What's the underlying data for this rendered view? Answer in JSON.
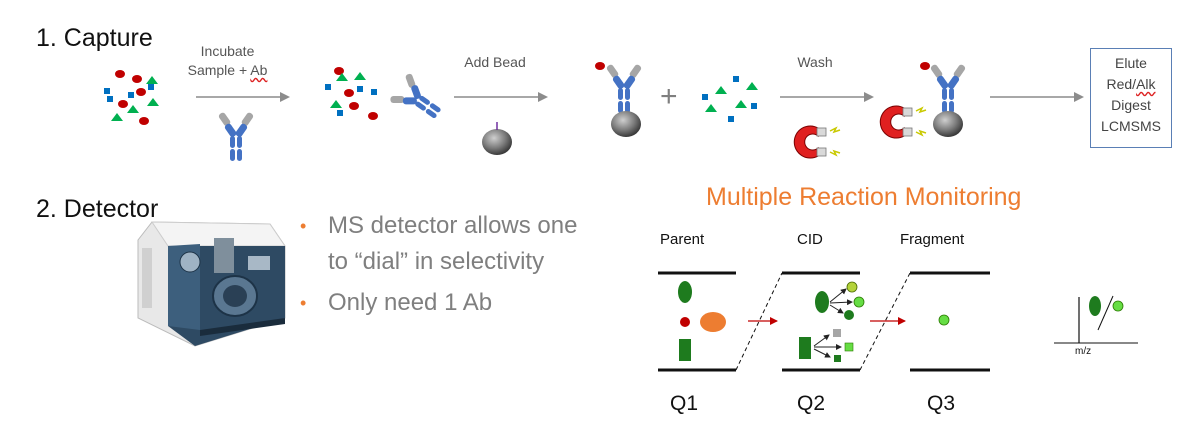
{
  "section1": {
    "heading": "1. Capture"
  },
  "steps": {
    "incubate_line1": "Incubate",
    "incubate_line2_plain": "Sample + ",
    "incubate_line2_ab": "Ab",
    "add_bead": "Add Bead",
    "wash": "Wash",
    "plus": "+"
  },
  "elute_box": {
    "line1": "Elute",
    "line2_red": "Red/",
    "line2_alk": "Alk",
    "line3": "Digest",
    "line4": "LCMSMS"
  },
  "section2": {
    "heading": "2. Detector"
  },
  "bullets": [
    "MS detector allows one to “dial” in selectivity",
    "Only need 1 Ab"
  ],
  "mrm": {
    "title": "Multiple Reaction Monitoring",
    "stages": [
      "Parent",
      "CID",
      "Fragment"
    ],
    "quads": [
      "Q1",
      "Q2",
      "Q3"
    ],
    "axis_label": "m/z"
  },
  "colors": {
    "antibody_blue": "#4472c4",
    "antibody_grey": "#a6a6a6",
    "protein_red": "#c00000",
    "triangle_green": "#00b050",
    "square_blue": "#0070c0",
    "dark_green": "#1e7b1e",
    "light_green": "#66dd44",
    "orange": "#ed7d31",
    "arrow_grey": "#8c8c8c",
    "magnet_red": "#e02020"
  }
}
